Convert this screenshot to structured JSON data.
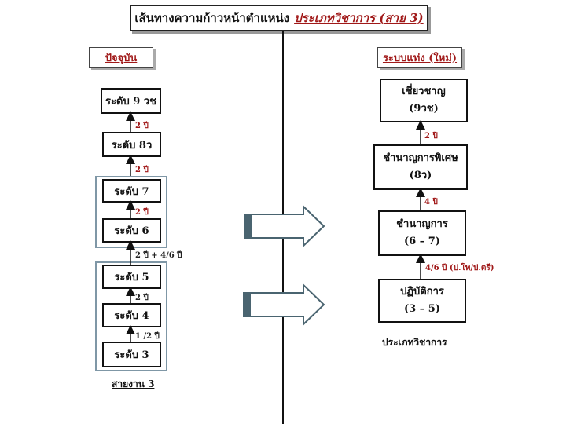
{
  "title": {
    "main": "เส้นทางความก้าวหน้าตำแหน่ง",
    "accent": "ประเภทวิชาการ (สาย 3)"
  },
  "left": {
    "header": "ปัจจุบัน",
    "levels": [
      "ระดับ 9 วช",
      "ระดับ 8ว",
      "ระดับ 7",
      "ระดับ 6",
      "ระดับ 5",
      "ระดับ 4",
      "ระดับ 3"
    ],
    "intervals": [
      "2 ปี",
      "2 ปี",
      "2 ปี",
      "2 ปี + 4/6 ปี",
      "2 ปี",
      "1 /2 ปี"
    ],
    "footer": "สายงาน 3"
  },
  "right": {
    "header": "ระบบแท่ง (ใหม่)",
    "positions": [
      {
        "name": "เชี่ยวชาญ",
        "code": "(9วช)"
      },
      {
        "name": "ชำนาญการพิเศษ",
        "code": "(8ว)"
      },
      {
        "name": "ชำนาญการ",
        "code": "(6 – 7)"
      },
      {
        "name": "ปฏิบัติการ",
        "code": "(3 – 5)"
      }
    ],
    "intervals": [
      "2 ปี",
      "4 ปี",
      "4/6 ปี (ป.โท/ป.ตรี)"
    ],
    "footer": "ประเภทวิชาการ"
  },
  "colors": {
    "accent": "#a01818",
    "group_border": "#7f97a6",
    "arrow_fill": "#4a6470"
  }
}
